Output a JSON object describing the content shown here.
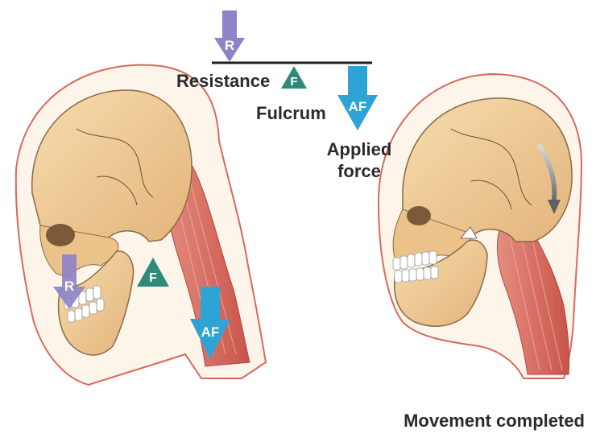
{
  "lever": {
    "resistance_label": "Resistance",
    "fulcrum_label": "Fulcrum",
    "applied_force_line1": "Applied",
    "applied_force_line2": "force"
  },
  "symbols": {
    "resistance": "R",
    "fulcrum": "F",
    "applied_force": "AF"
  },
  "caption": "Movement completed",
  "colors": {
    "resistance_arrow": "#8d83c6",
    "applied_force_arrow": "#2ea3d6",
    "fulcrum_triangle": "#2f8a7a",
    "bone": "#f1cf9b",
    "muscle": "#d9675d",
    "outline": "#c9544a"
  },
  "icons": [
    "down-arrow-icon",
    "triangle-icon",
    "curved-arrow-icon"
  ]
}
